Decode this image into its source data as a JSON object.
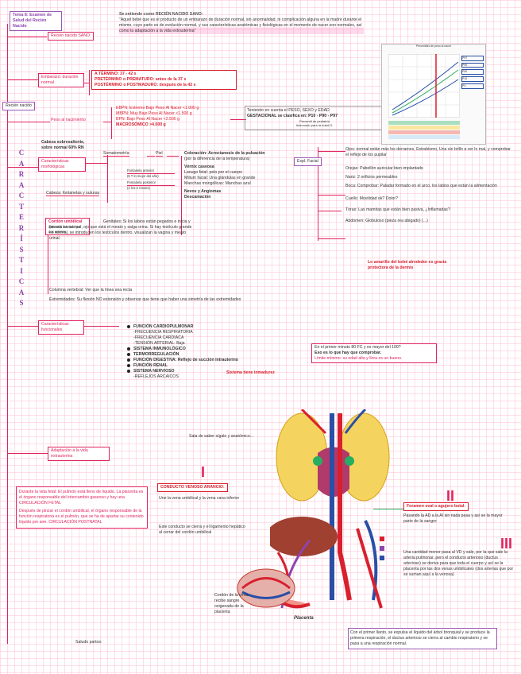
{
  "title": "Tema 8: Examen de Salud del Recién Nacido",
  "intro": {
    "line1": "Se entiende como RECIÉN NACIDO SANO:",
    "quote": "\"Aquel bebé que es el producto de un embarazo de duración normal, sin anormalidad, ni complicación alguna en la madre durante el mismo, cuyo parto es de evolución normal, y sus características anatómicas y fisiológicas en el momento de nacer son normales, así como la adaptación a la vida extrauterina\""
  },
  "labels": {
    "rn_sano": "Recién nacido SANO:",
    "rn": "Recién nacido",
    "embarazo": "Embarazo: duración normal",
    "peso_nacimiento": "Peso al nacimiento",
    "caract_morf": "Características morfológicas",
    "cabeza_note": "Cabeza sobresaliente, sobre normal 60% RN",
    "somatometria": "Somatometría",
    "piel": "Piel",
    "expl_facial": "Expl. Facial",
    "cabeza": "Cabeza: fontanelas y suturas",
    "cordon": "Cordón umbilical",
    "cordon_sub": "Que está formado por dos arterias",
    "genitales_text": "Genitales: Si los labios están pegados e inicia y fimosis es normal, ojo que está el meato y salga orina. Si hay testículo grande es normal, se introducen los testículos dentro, visualizan la vagina y meato urinal.",
    "columna": "Columna vertebral: Ver que la línea sea recta",
    "extremidades": "Extremidades: Su flexión NO extensión y observar que tiene que haber una simetría de las extremidades",
    "caract_func": "Características funcionales",
    "adaptacion": "Adaptación a la vida extrauterina",
    "inmadurez": "Sistema tiene inmadurez",
    "placenta": "Placenta",
    "saludo": "Saludo partos:",
    "sala": "Sala de saber sígalo y anatómico..."
  },
  "gestacion": [
    {
      "label": "A TÉRMINO: 37 - 42 s"
    },
    {
      "label": "PRETÉRMINO o PREMATURO: antes de la 37 s"
    },
    {
      "label": "POSTÉRMINO o POSTMADURO: después de la 42 s"
    }
  ],
  "pesos": [
    {
      "label": "EBPN: Extremo Bajo Peso Al Nacer <1.000 g"
    },
    {
      "label": "MBPN: Muy Bajo Peso Al Nacer <1.500 g"
    },
    {
      "label": "BPN: Bajo Peso Al Nacer <2.500 g"
    },
    {
      "label": "MACROSÓMICO >4.000 g"
    }
  ],
  "percentil_box": {
    "line1": "Teniendo en cuenta el PESO, SEXO y EDAD",
    "line2": "GESTACIONAL se clasifica en: P10 - P90 - P97",
    "line3": "Percentil de pediatría",
    "line4": "Adecuado para la edad G."
  },
  "piel_items": [
    "Coloración: Acrocianosis de la pulsación",
    "(por la diferencia de la temperatura)",
    "Vérnix caseosa",
    "Lanugo fetal: pelo por el cuerpo",
    "Milium facial: Una glándulas en grande",
    "Manchas mongólicas: Manchas azul",
    "Nevos y Angiomas",
    "Descamación"
  ],
  "facial_items": [
    "Ojos: normal están más los derrames, Estrabismo, Una sin brillo a ver lo mal, y comprobar el reflejo de los pupilar",
    "Orejas: Pabellón auricular bien implantado",
    "Nariz: 2 orificios permeables",
    "Boca: Comprobar: Paladar formado en el arco, los labios que están la alimentación",
    "Cuello: Movilidad ok? Dolor?",
    "Tórax: Las mamitas que están bien pasiva, ¿Inflamadas?",
    "Abdomen: Globuloso (pieza rea abigado) (...)"
  ],
  "fontanelas": [
    "Fontanela anterior",
    "(5 T lo mejor del año)",
    "Fontanela posterior",
    "(A los 2 meses)"
  ],
  "rosado_note": "Lo amarillo del bebé alrededor es gracia protectora de la dermis",
  "funciones": [
    {
      "label": "FUNCIÓN CARDIOPULMONAR",
      "bullet": true
    },
    {
      "label": "-FRECUENCIA RESPIRATORIA",
      "bullet": false
    },
    {
      "label": "-FRECUENCIA CARDÍACA",
      "bullet": false
    },
    {
      "label": "-TENSIÓN ARTERIAL: Baja",
      "bullet": false
    },
    {
      "label": "SISTEMA INMUNOLÓGICO",
      "bullet": true
    },
    {
      "label": "TERMORREGULACIÓN",
      "bullet": true
    },
    {
      "label": "FUNCIÓN DIGESTIVA: Reflejo de succión intrauterino",
      "bullet": true
    },
    {
      "label": "FUNCIÓN RENAL",
      "bullet": true
    },
    {
      "label": "SISTEMA NERVIOSO",
      "bullet": true
    },
    {
      "label": "-REFLEJOS ARCAICOS",
      "bullet": false
    }
  ],
  "apgar_box": {
    "line1": "En el primer minuto 80 FC y es mayor del 100?",
    "line2": "Eso es lo que hay que comprobar.",
    "line3": "Límite mínimo: su edad alta y llora es un bueno."
  },
  "circ_fetal": {
    "p1": "Durante la vida fetal: El pulmón está lleno de líquido. La placenta es el órgano responsable del intercambio gaseoso y hay una CIRCULACIÓN FETAL",
    "p2": "Después de pinzar el cordón umbilical, el órgano responsable de la función respiratoria es el pulmón, que se ha de apartar su contenido líquido por aire. CIRCULACIÓN POSTNATAL"
  },
  "conducto_venoso": {
    "title": "CONDUCTO VENOSO ARANCIO:",
    "line": "Une la vena umbilical y la vena cava inferior",
    "note": "Este conducto se cierra y el ligamento hepático al cerrar del cordón umbilical"
  },
  "foramen": {
    "title": "Foramen oval o agujero botal:",
    "line": "Pasando la AD a la AI sin nada pasa y así se la mayor parte de la sangre"
  },
  "ductus": {
    "text": "Una cantidad menor pasa al VD y sale, por la que sale la arteria pulmonar, pero el conducto arterioso (ductus arterioso) se deriva para que toda el cuerpo y así se la placenta por las dos venas umbilicales (dos arterias que por se suman aquí a la venosa)"
  },
  "final_note": "Con el primer llanto, se expulsa el líquido del árbol bronquial y se produce la primera respiración, el ductus arterioso se cierra al cambio respiratorio y se pasa a una respiración normal.",
  "cordon_note": "Cordón de la vena: recibe sangre oxigenada de la placenta",
  "markers": [
    "I",
    "II",
    "III"
  ],
  "legend_colors": [
    "#d8202f",
    "#8e44ad",
    "#2a4fa6"
  ],
  "chart_thumb": {
    "caption": "Percentiles de peso al nacer",
    "tags": [
      "P97",
      "P90",
      "P50",
      "P10",
      "P3"
    ]
  },
  "caracteristicas_letters": [
    "C",
    "A",
    "R",
    "A",
    "C",
    "T",
    "E",
    "R",
    "Í",
    "S",
    "T",
    "I",
    "C",
    "A",
    "S"
  ]
}
